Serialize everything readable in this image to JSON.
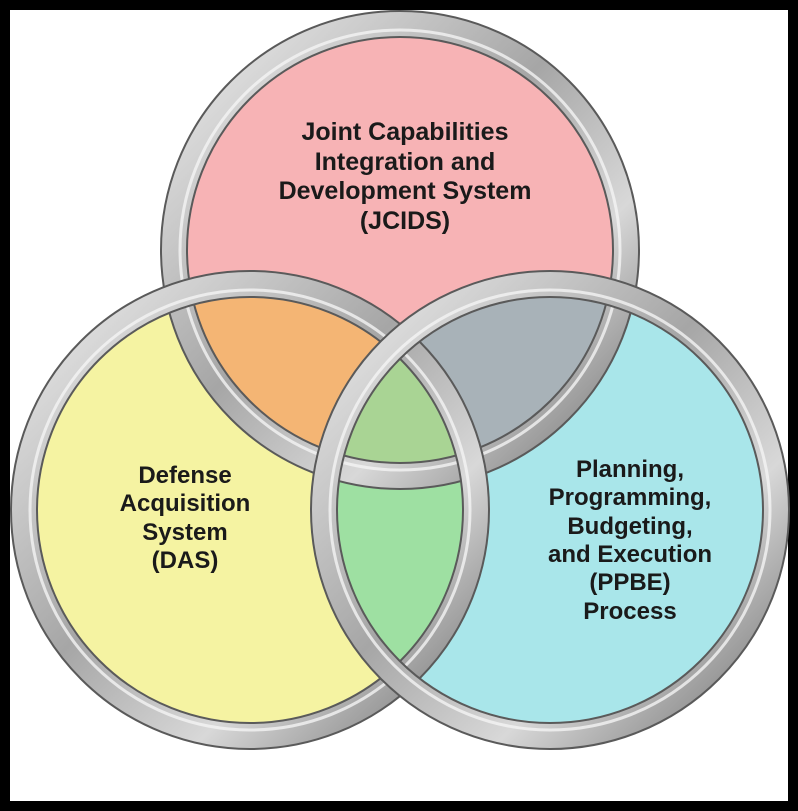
{
  "circles": [
    {
      "id": "jcids",
      "fill": "#f7b3b5",
      "lines": [
        "Joint Capabilities",
        "Integration and",
        "Development System",
        "(JCIDS)"
      ]
    },
    {
      "id": "das",
      "fill": "#f5f3a2",
      "lines": [
        "Defense",
        "Acquisition",
        "System",
        "(DAS)"
      ]
    },
    {
      "id": "ppbe",
      "fill": "#a9e6ea",
      "lines": [
        "Planning,",
        "Programming,",
        "Budgeting,",
        "and Execution",
        "(PPBE)",
        "Process"
      ]
    }
  ],
  "overlap_colors": {
    "jcids_das": "#f4b574",
    "jcids_ppbe": "#a8b2b8",
    "das_ppbe": "#9ee0a2",
    "center": "#a9d494"
  },
  "ring_color": "#9d9d9d",
  "border_color": "#000000"
}
